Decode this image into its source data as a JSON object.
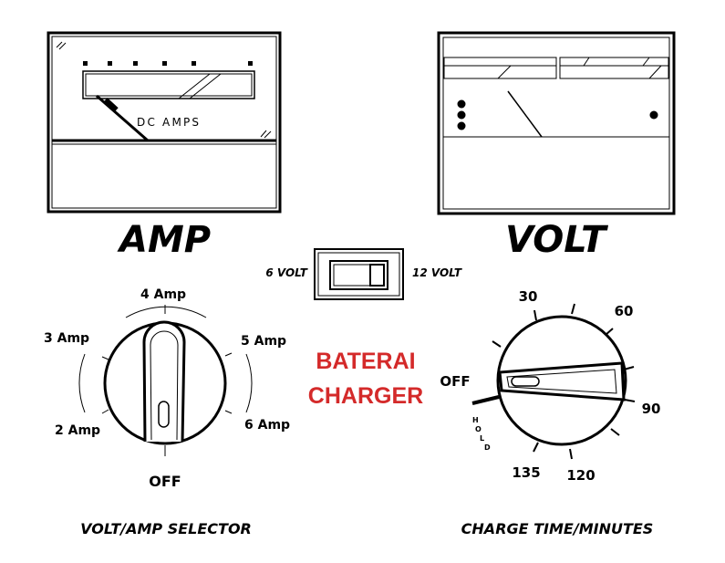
{
  "amp_meter": {
    "scale_label": "DC AMPS",
    "title": "AMP"
  },
  "volt_meter": {
    "title": "VOLT"
  },
  "voltage_switch": {
    "left_label": "6 VOLT",
    "right_label": "12 VOLT"
  },
  "selector": {
    "caption": "VOLT/AMP SELECTOR",
    "positions": [
      "OFF",
      "2 Amp",
      "3 Amp",
      "4 Amp",
      "5 Amp",
      "6 Amp"
    ]
  },
  "center_text": {
    "line1": "BATERAI",
    "line2": "CHARGER",
    "color": "#d42a2a"
  },
  "timer": {
    "caption": "CHARGE TIME/MINUTES",
    "off_label": "OFF",
    "hold_letters": [
      "H",
      "O",
      "L",
      "D"
    ],
    "marks": [
      "30",
      "60",
      "90",
      "120",
      "135"
    ]
  }
}
